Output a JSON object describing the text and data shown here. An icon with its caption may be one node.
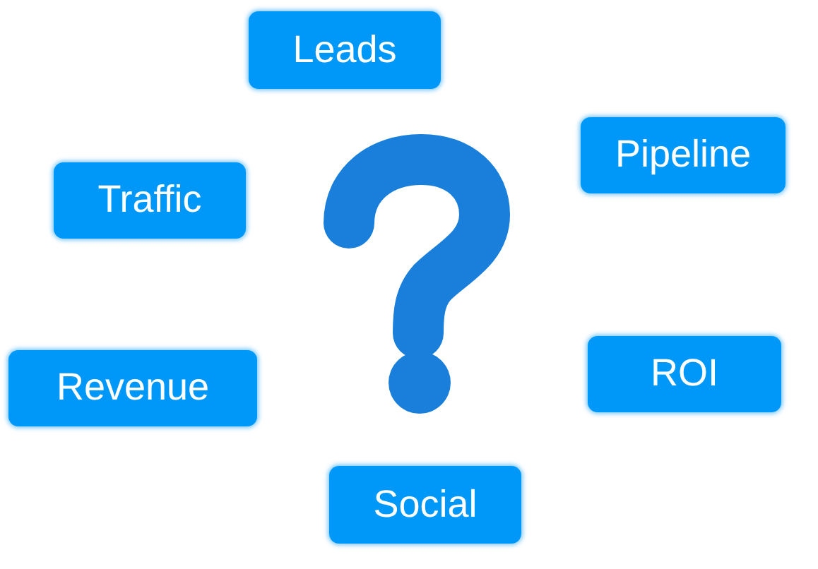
{
  "diagram": {
    "nodes": [
      {
        "text": [
          "Leads"
        ]
      },
      {
        "text": [
          "Pipeline"
        ]
      },
      {
        "text": [
          "Traffic"
        ]
      },
      {
        "text": [
          "ROI"
        ]
      },
      {
        "text": [
          "Revenue"
        ]
      },
      {
        "text": [
          "Social"
        ]
      }
    ]
  }
}
